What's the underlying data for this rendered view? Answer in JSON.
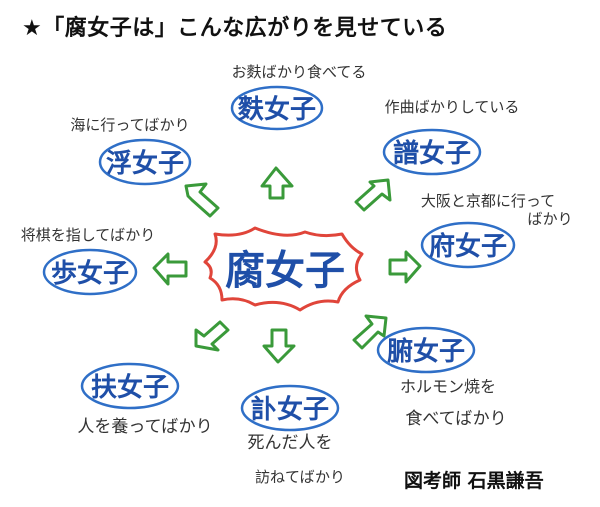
{
  "headline": "★「腐女子は」こんな広がりを見せている",
  "credit": "図考師 石黒謙吾",
  "center": {
    "label": "腐女子"
  },
  "nodes": [
    {
      "id": "top",
      "label": "麩女子",
      "caption": [
        "お麩ばかり食べてる"
      ]
    },
    {
      "id": "top-left",
      "label": "浮女子",
      "caption": [
        "海に行ってばかり"
      ]
    },
    {
      "id": "top-right",
      "label": "譜女子",
      "caption": [
        "作曲ばかりしている"
      ]
    },
    {
      "id": "left",
      "label": "歩女子",
      "caption": [
        "将棋を指してばかり"
      ]
    },
    {
      "id": "right",
      "label": "府女子",
      "caption": [
        "大阪と京都に行って",
        "ばかり"
      ]
    },
    {
      "id": "bottom-right",
      "label": "腑女子",
      "caption": [
        "ホルモン焼を",
        "食べてばかり"
      ]
    },
    {
      "id": "bottom-left",
      "label": "扶女子",
      "caption": [
        "人を養ってばかり"
      ]
    },
    {
      "id": "bottom",
      "label": "訃女子",
      "caption": [
        "死んだ人を",
        "訪ねてばかり"
      ]
    }
  ],
  "colors": {
    "center_outline": "#e0453a",
    "node_outline": "#2f6fc7",
    "arrow": "#3a9a3a",
    "label": "#1f4fa8"
  }
}
